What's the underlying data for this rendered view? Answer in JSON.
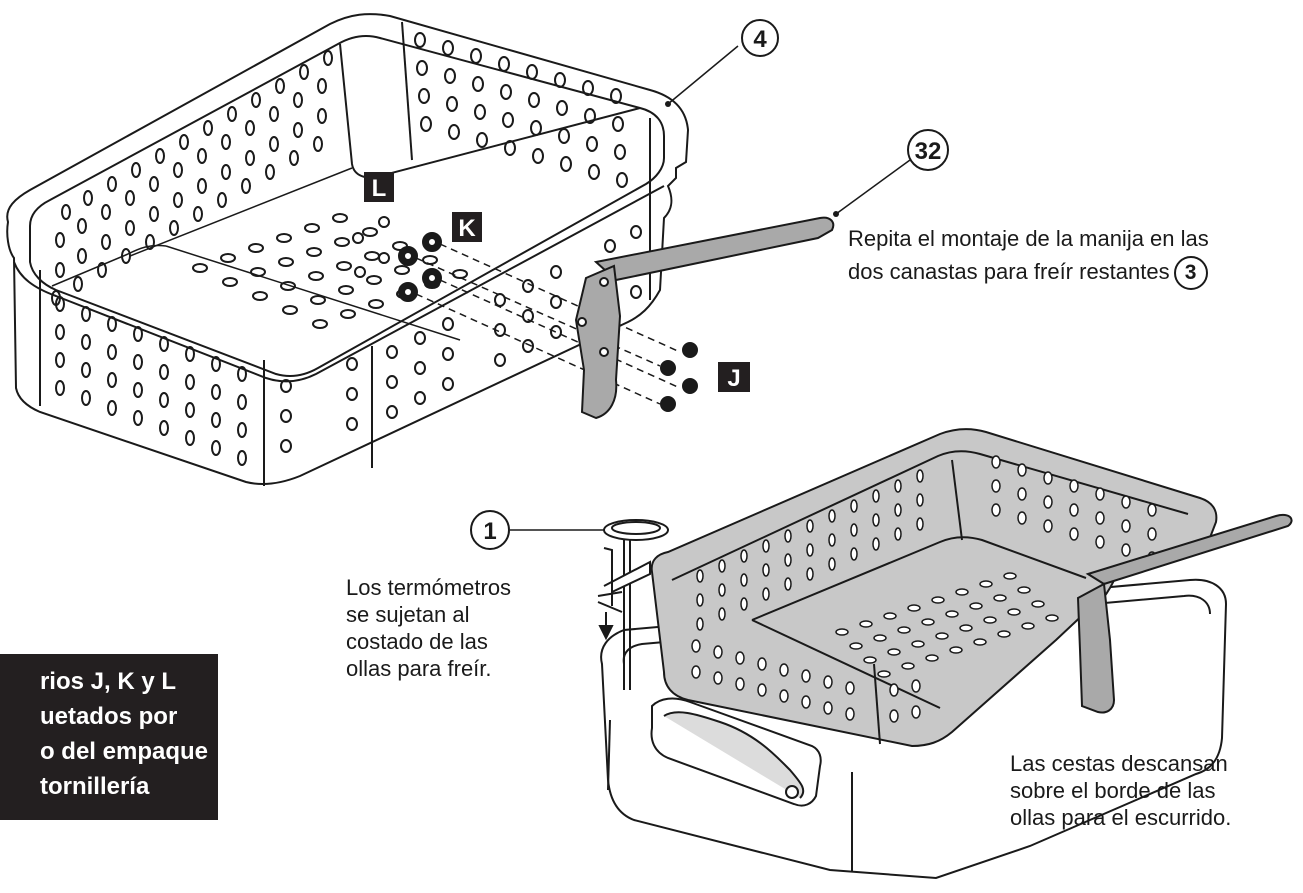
{
  "callouts": {
    "basket_part": "4",
    "handle_part": "32",
    "thermometer_part": "1",
    "inline_part": "3"
  },
  "hardware_tags": {
    "j": "J",
    "k": "K",
    "l": "L"
  },
  "notes": {
    "repeat_line1": "Repita el montaje de la manija en las",
    "repeat_line2": "dos canastas para freír restantes",
    "thermometer_lines": [
      "Los termómetros",
      "se sujetan al",
      "costado de las",
      "ollas para freír."
    ],
    "baskets_lines": [
      "Las cestas descansan",
      "sobre el borde de las",
      "ollas para el escurrido."
    ]
  },
  "hardware_note_lines": [
    "rios J, K y L",
    "uetados por",
    "o del empaque",
    "tornillería"
  ],
  "colors": {
    "ink": "#1a1a1a",
    "basket_fill": "#c8c8c8",
    "handle_fill": "#a9a9a9",
    "tag_bg": "#231f20"
  }
}
